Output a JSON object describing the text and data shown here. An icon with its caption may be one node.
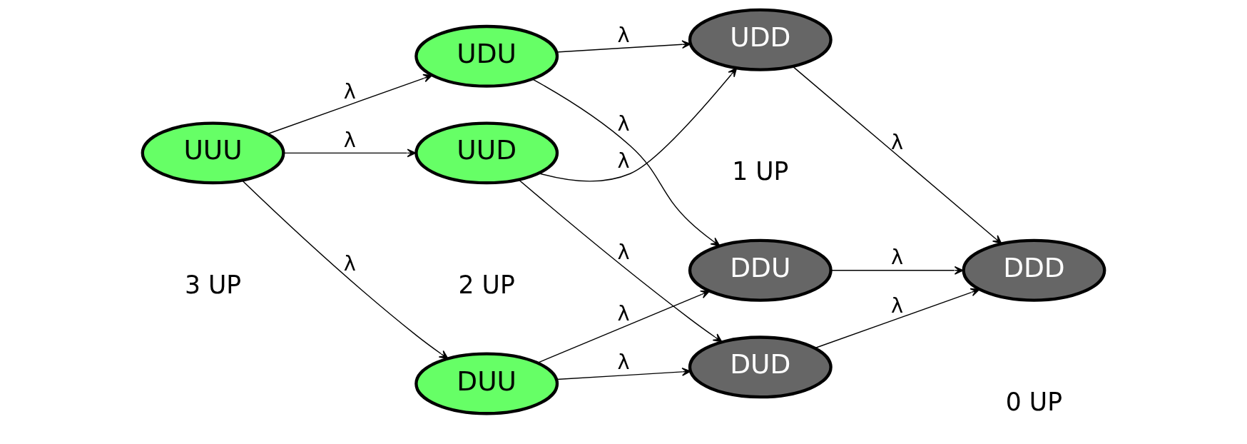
{
  "diagram": {
    "nodes": [
      {
        "text": [
          "UUU"
        ]
      },
      {
        "text": [
          "DUU"
        ]
      },
      {
        "text": [
          "UDU"
        ]
      },
      {
        "text": [
          "UUD"
        ]
      },
      {
        "text": [
          "DDU"
        ]
      },
      {
        "text": [
          "DUD"
        ]
      },
      {
        "text": [
          "UDD"
        ]
      },
      {
        "text": [
          "DDD"
        ]
      }
    ],
    "edges": [
      {
        "from": 0,
        "to": 1,
        "arrow": "to",
        "label": "λ"
      },
      {
        "from": 0,
        "to": 2,
        "arrow": "to",
        "label": "λ"
      },
      {
        "from": 0,
        "to": 3,
        "arrow": "to",
        "label": "λ"
      },
      {
        "from": 1,
        "to": 4,
        "arrow": "to",
        "label": "λ"
      },
      {
        "from": 1,
        "to": 5,
        "arrow": "to",
        "label": "λ"
      },
      {
        "from": 2,
        "to": 4,
        "arrow": "to",
        "label": "λ"
      },
      {
        "from": 2,
        "to": 6,
        "arrow": "to",
        "label": "λ"
      },
      {
        "from": 3,
        "to": 5,
        "arrow": "to",
        "label": "λ"
      },
      {
        "from": 3,
        "to": 6,
        "arrow": "to",
        "label": "λ"
      },
      {
        "from": 4,
        "to": 7,
        "arrow": "to",
        "label": "λ"
      },
      {
        "from": 5,
        "to": 7,
        "arrow": "to",
        "label": "λ"
      },
      {
        "from": 6,
        "to": 7,
        "arrow": "to",
        "label": "λ"
      }
    ],
    "labels": [
      "3 UP",
      "2 UP",
      "1 UP",
      "0 UP"
    ]
  }
}
